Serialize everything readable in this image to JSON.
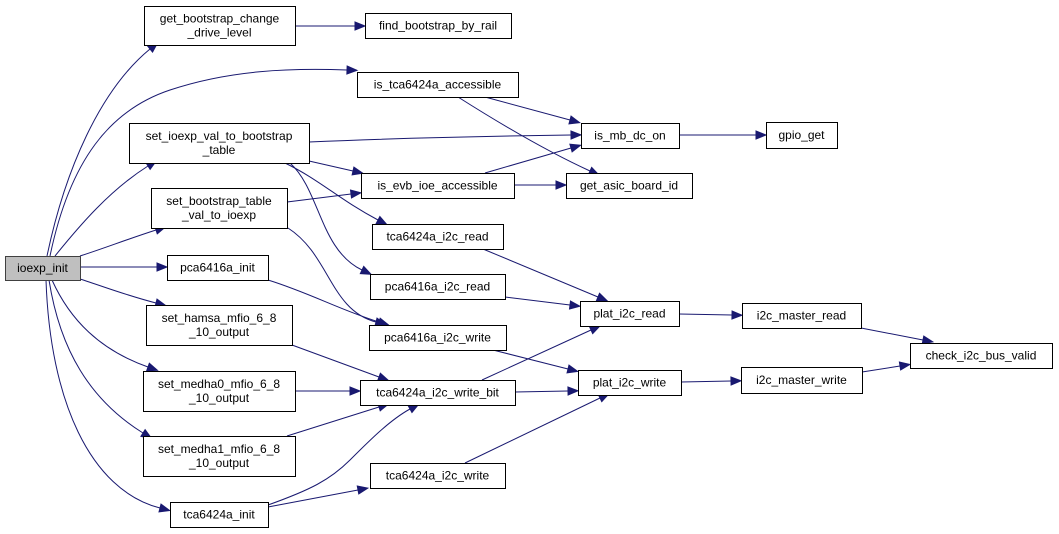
{
  "diagram": {
    "type": "call-graph",
    "edge_color": "#191970",
    "root_fill": "#bfbfbf",
    "nodes": [
      {
        "id": "ioexp_init",
        "lines": [
          "ioexp_init"
        ],
        "root": true
      },
      {
        "id": "get_bootstrap_change_drive_level",
        "lines": [
          "get_bootstrap_change",
          "_drive_level"
        ]
      },
      {
        "id": "find_bootstrap_by_rail",
        "lines": [
          "find_bootstrap_by_rail"
        ]
      },
      {
        "id": "is_tca6424a_accessible",
        "lines": [
          "is_tca6424a_accessible"
        ]
      },
      {
        "id": "set_ioexp_val_to_bootstrap_table",
        "lines": [
          "set_ioexp_val_to_bootstrap",
          "_table"
        ]
      },
      {
        "id": "is_mb_dc_on",
        "lines": [
          "is_mb_dc_on"
        ]
      },
      {
        "id": "gpio_get",
        "lines": [
          "gpio_get"
        ]
      },
      {
        "id": "is_evb_ioe_accessible",
        "lines": [
          "is_evb_ioe_accessible"
        ]
      },
      {
        "id": "get_asic_board_id",
        "lines": [
          "get_asic_board_id"
        ]
      },
      {
        "id": "set_bootstrap_table_val_to_ioexp",
        "lines": [
          "set_bootstrap_table",
          "_val_to_ioexp"
        ]
      },
      {
        "id": "tca6424a_i2c_read",
        "lines": [
          "tca6424a_i2c_read"
        ]
      },
      {
        "id": "pca6416a_init",
        "lines": [
          "pca6416a_init"
        ]
      },
      {
        "id": "pca6416a_i2c_read",
        "lines": [
          "pca6416a_i2c_read"
        ]
      },
      {
        "id": "set_hamsa_mfio_6_8_10_output",
        "lines": [
          "set_hamsa_mfio_6_8",
          "_10_output"
        ]
      },
      {
        "id": "plat_i2c_read",
        "lines": [
          "plat_i2c_read"
        ]
      },
      {
        "id": "i2c_master_read",
        "lines": [
          "i2c_master_read"
        ]
      },
      {
        "id": "pca6416a_i2c_write",
        "lines": [
          "pca6416a_i2c_write"
        ]
      },
      {
        "id": "check_i2c_bus_valid",
        "lines": [
          "check_i2c_bus_valid"
        ]
      },
      {
        "id": "set_medha0_mfio_6_8_10_output",
        "lines": [
          "set_medha0_mfio_6_8",
          "_10_output"
        ]
      },
      {
        "id": "tca6424a_i2c_write_bit",
        "lines": [
          "tca6424a_i2c_write_bit"
        ]
      },
      {
        "id": "plat_i2c_write",
        "lines": [
          "plat_i2c_write"
        ]
      },
      {
        "id": "i2c_master_write",
        "lines": [
          "i2c_master_write"
        ]
      },
      {
        "id": "set_medha1_mfio_6_8_10_output",
        "lines": [
          "set_medha1_mfio_6_8",
          "_10_output"
        ]
      },
      {
        "id": "tca6424a_i2c_write",
        "lines": [
          "tca6424a_i2c_write"
        ]
      },
      {
        "id": "tca6424a_init",
        "lines": [
          "tca6424a_init"
        ]
      }
    ],
    "edges": [
      {
        "from": "ioexp_init",
        "to": "get_bootstrap_change_drive_level"
      },
      {
        "from": "ioexp_init",
        "to": "is_tca6424a_accessible"
      },
      {
        "from": "ioexp_init",
        "to": "set_ioexp_val_to_bootstrap_table"
      },
      {
        "from": "ioexp_init",
        "to": "set_bootstrap_table_val_to_ioexp"
      },
      {
        "from": "ioexp_init",
        "to": "pca6416a_init"
      },
      {
        "from": "ioexp_init",
        "to": "set_hamsa_mfio_6_8_10_output"
      },
      {
        "from": "ioexp_init",
        "to": "set_medha0_mfio_6_8_10_output"
      },
      {
        "from": "ioexp_init",
        "to": "set_medha1_mfio_6_8_10_output"
      },
      {
        "from": "ioexp_init",
        "to": "tca6424a_init"
      },
      {
        "from": "get_bootstrap_change_drive_level",
        "to": "find_bootstrap_by_rail"
      },
      {
        "from": "is_tca6424a_accessible",
        "to": "is_mb_dc_on"
      },
      {
        "from": "is_tca6424a_accessible",
        "to": "get_asic_board_id"
      },
      {
        "from": "set_ioexp_val_to_bootstrap_table",
        "to": "is_mb_dc_on"
      },
      {
        "from": "set_ioexp_val_to_bootstrap_table",
        "to": "is_evb_ioe_accessible"
      },
      {
        "from": "set_ioexp_val_to_bootstrap_table",
        "to": "tca6424a_i2c_read"
      },
      {
        "from": "set_ioexp_val_to_bootstrap_table",
        "to": "pca6416a_i2c_read"
      },
      {
        "from": "set_bootstrap_table_val_to_ioexp",
        "to": "is_evb_ioe_accessible"
      },
      {
        "from": "set_bootstrap_table_val_to_ioexp",
        "to": "pca6416a_i2c_write"
      },
      {
        "from": "pca6416a_init",
        "to": "pca6416a_i2c_write"
      },
      {
        "from": "is_mb_dc_on",
        "to": "gpio_get"
      },
      {
        "from": "is_evb_ioe_accessible",
        "to": "is_mb_dc_on"
      },
      {
        "from": "is_evb_ioe_accessible",
        "to": "get_asic_board_id"
      },
      {
        "from": "tca6424a_i2c_read",
        "to": "plat_i2c_read"
      },
      {
        "from": "pca6416a_i2c_read",
        "to": "plat_i2c_read"
      },
      {
        "from": "pca6416a_i2c_write",
        "to": "plat_i2c_write"
      },
      {
        "from": "set_hamsa_mfio_6_8_10_output",
        "to": "tca6424a_i2c_write_bit"
      },
      {
        "from": "set_medha0_mfio_6_8_10_output",
        "to": "tca6424a_i2c_write_bit"
      },
      {
        "from": "set_medha1_mfio_6_8_10_output",
        "to": "tca6424a_i2c_write_bit"
      },
      {
        "from": "tca6424a_init",
        "to": "tca6424a_i2c_write_bit"
      },
      {
        "from": "tca6424a_init",
        "to": "tca6424a_i2c_write"
      },
      {
        "from": "tca6424a_i2c_write_bit",
        "to": "plat_i2c_read"
      },
      {
        "from": "tca6424a_i2c_write_bit",
        "to": "plat_i2c_write"
      },
      {
        "from": "tca6424a_i2c_write",
        "to": "plat_i2c_write"
      },
      {
        "from": "plat_i2c_read",
        "to": "i2c_master_read"
      },
      {
        "from": "plat_i2c_write",
        "to": "i2c_master_write"
      },
      {
        "from": "i2c_master_read",
        "to": "check_i2c_bus_valid"
      },
      {
        "from": "i2c_master_write",
        "to": "check_i2c_bus_valid"
      }
    ]
  }
}
